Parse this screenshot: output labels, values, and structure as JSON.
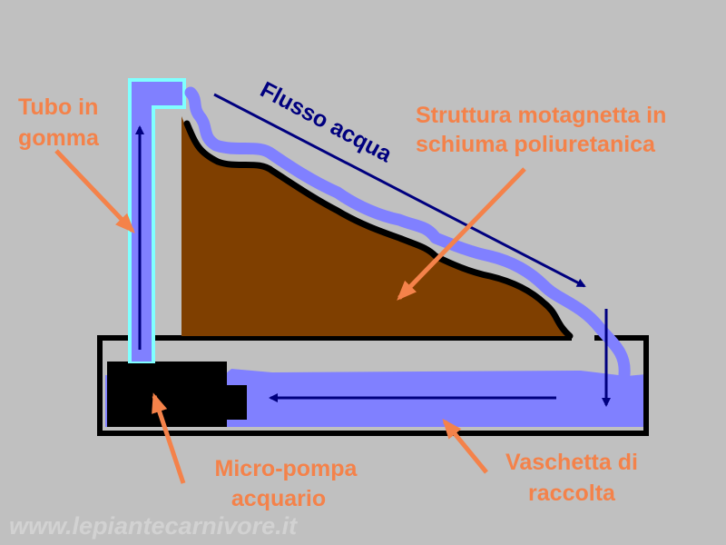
{
  "labels": {
    "tube_line1": "Tubo in",
    "tube_line2": "gomma",
    "flow": "Flusso acqua",
    "structure_line1": "Struttura motagnetta in",
    "structure_line2": "schiuma poliuretanica",
    "pump_line1": "Micro-pompa",
    "pump_line2": "acquario",
    "tray_line1": "Vaschetta di",
    "tray_line2": "raccolta"
  },
  "watermark": "www.lepiantecarnivore.it",
  "colors": {
    "background": "#c0c0c0",
    "water": "#8080ff",
    "foam": "#7f3f00",
    "label": "#f4824a",
    "arrow_blue": "#00007f",
    "tube_outline": "#80ffff",
    "pump": "#000000"
  }
}
